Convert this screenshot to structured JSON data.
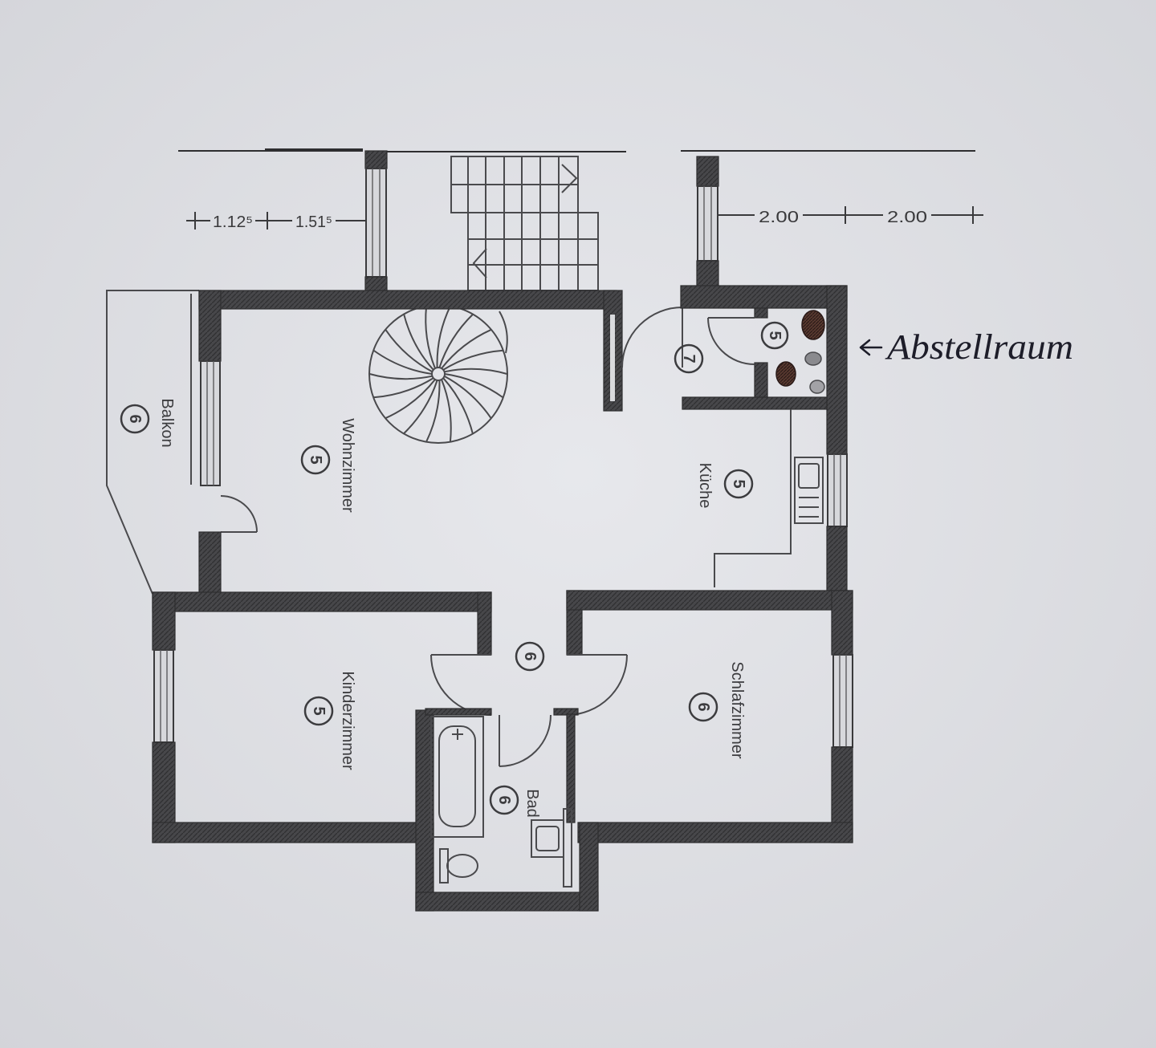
{
  "dimensions": {
    "left": [
      "1.12⁵",
      "1.51⁵"
    ],
    "right": [
      "2.00",
      "2.00"
    ]
  },
  "rooms": [
    {
      "label": "Balkon",
      "code": "6"
    },
    {
      "label": "Wohnzimmer",
      "code": "5"
    },
    {
      "label": "Küche",
      "code": "5"
    },
    {
      "label": "Kinderzimmer",
      "code": "5"
    },
    {
      "label": "Schlafzimmer",
      "code": "6"
    },
    {
      "label": "Bad",
      "code": "6"
    }
  ],
  "markers": {
    "entrance": "7",
    "storage": "5",
    "hall": "6"
  },
  "annotation": {
    "text": "Abstellraum",
    "arrow_icon": "arrow-left-icon"
  },
  "icons": [
    "staircase",
    "spiral-staircase",
    "bathtub",
    "toilet",
    "sink",
    "kitchen-sink"
  ],
  "colors": {
    "paper": "#e1e2e6",
    "wall": "#414144",
    "line": "#4a4a4d",
    "handwriting": "#1d1d29",
    "scribble": "#4a2a24"
  }
}
